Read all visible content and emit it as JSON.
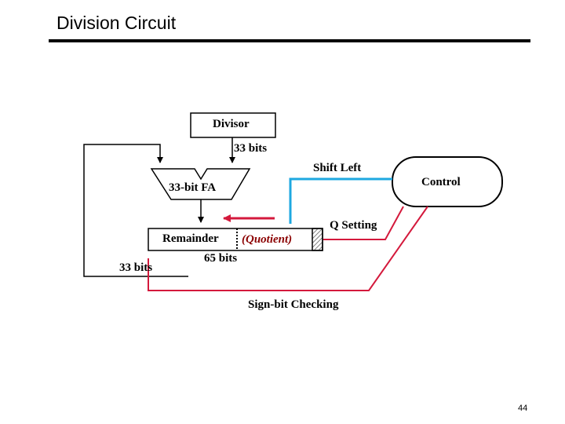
{
  "slide": {
    "title": "Division Circuit",
    "page_number": "44"
  },
  "diagram": {
    "divisor_label": "Divisor",
    "divisor_bits": "33 bits",
    "shift_left": "Shift Left",
    "control": "Control",
    "fa_label": "33-bit FA",
    "q_setting": "Q Setting",
    "remainder": "Remainder",
    "quotient": "(Quotient)",
    "register_bits": "65 bits",
    "feedback_bits": "33 bits",
    "sign_bit_checking": "Sign-bit Checking"
  },
  "colors": {
    "shift_wire": "#1ea8e0",
    "sign_wire": "#d4193c",
    "quotient_arrow": "#d4193c",
    "quotient_text": "#8b0000"
  }
}
